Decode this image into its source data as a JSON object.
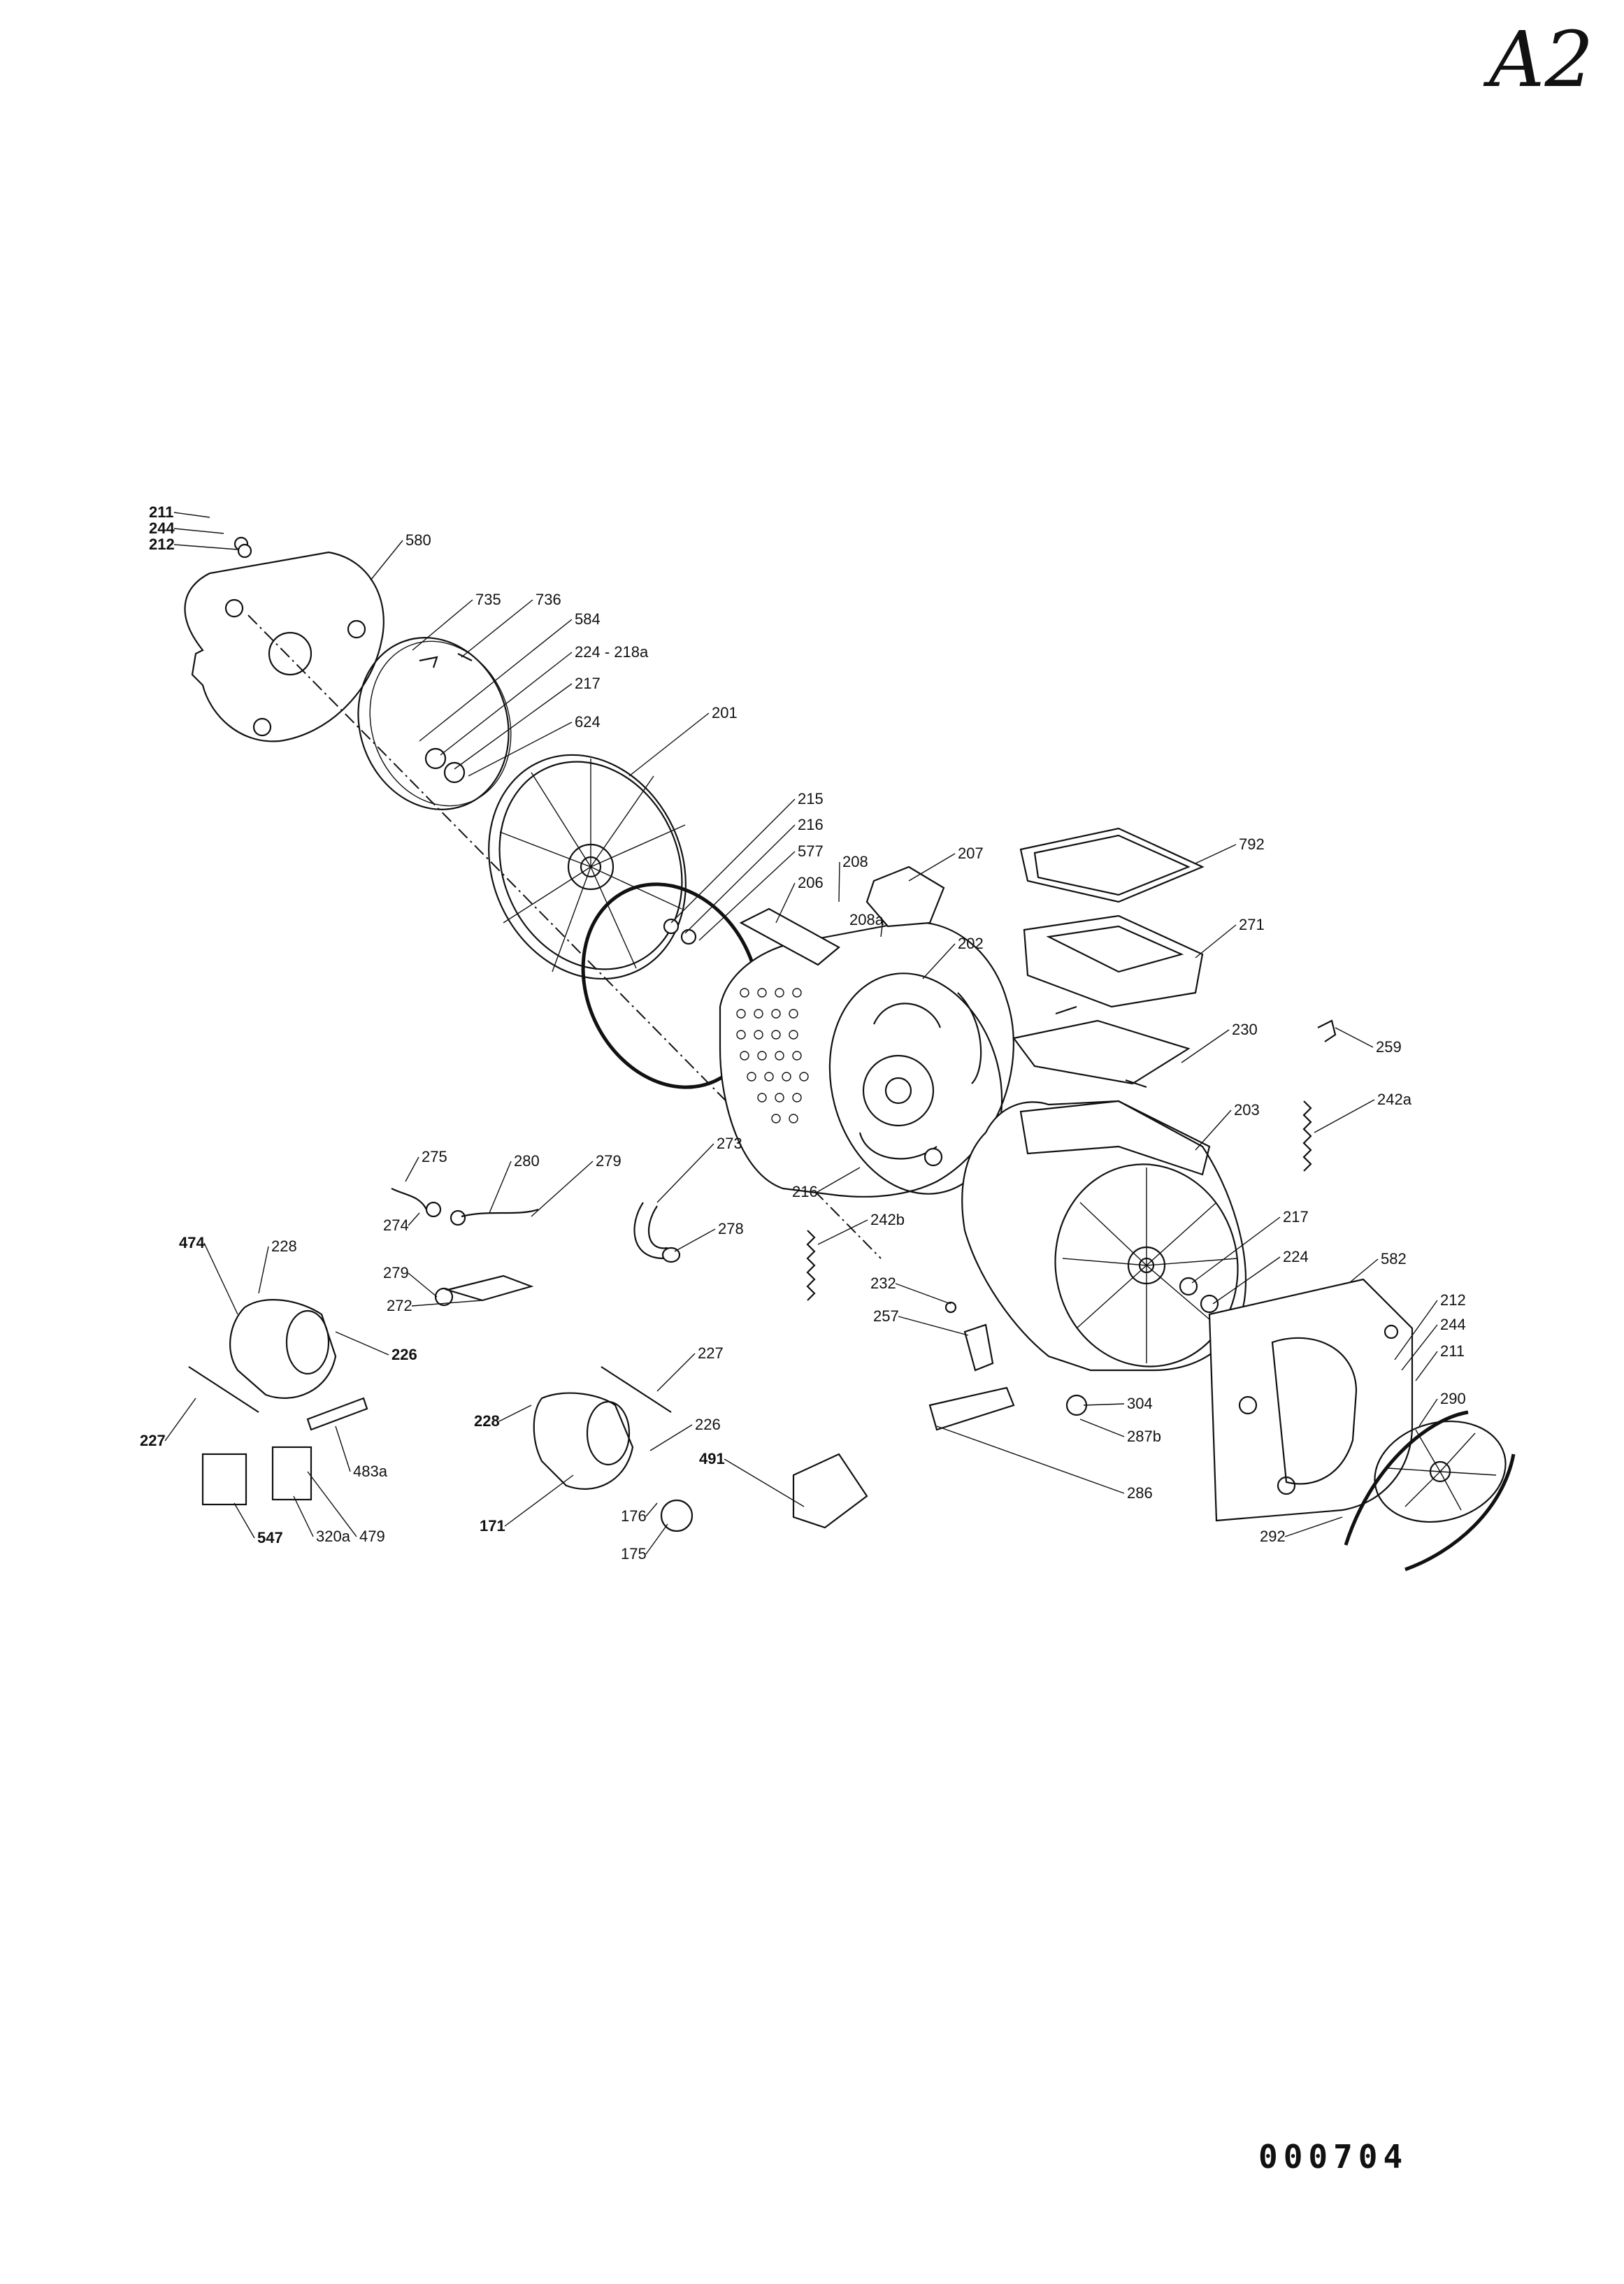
{
  "sheet": {
    "corner_mark": "A2",
    "sheet_number": "000704"
  },
  "callouts": [
    {
      "id": "211-top",
      "text": "211",
      "bold": true
    },
    {
      "id": "244-top",
      "text": "244",
      "bold": true
    },
    {
      "id": "212-top",
      "text": "212",
      "bold": true
    },
    {
      "id": "580",
      "text": "580",
      "bold": false
    },
    {
      "id": "735",
      "text": "735",
      "bold": false
    },
    {
      "id": "736",
      "text": "736",
      "bold": false
    },
    {
      "id": "584",
      "text": "584",
      "bold": false
    },
    {
      "id": "224-218a",
      "text": "224 - 218a",
      "bold": false
    },
    {
      "id": "217-top",
      "text": "217",
      "bold": false
    },
    {
      "id": "624",
      "text": "624",
      "bold": false
    },
    {
      "id": "201",
      "text": "201",
      "bold": false
    },
    {
      "id": "215",
      "text": "215",
      "bold": false
    },
    {
      "id": "216-top",
      "text": "216",
      "bold": false
    },
    {
      "id": "577",
      "text": "577",
      "bold": false
    },
    {
      "id": "206",
      "text": "206",
      "bold": false
    },
    {
      "id": "208",
      "text": "208",
      "bold": false
    },
    {
      "id": "207",
      "text": "207",
      "bold": false
    },
    {
      "id": "208a",
      "text": "208a",
      "bold": false
    },
    {
      "id": "202",
      "text": "202",
      "bold": false
    },
    {
      "id": "792",
      "text": "792",
      "bold": false
    },
    {
      "id": "271",
      "text": "271",
      "bold": false
    },
    {
      "id": "230",
      "text": "230",
      "bold": false
    },
    {
      "id": "259",
      "text": "259",
      "bold": false
    },
    {
      "id": "242a",
      "text": "242a",
      "bold": false
    },
    {
      "id": "203",
      "text": "203",
      "bold": false
    },
    {
      "id": "275",
      "text": "275",
      "bold": false
    },
    {
      "id": "280",
      "text": "280",
      "bold": false
    },
    {
      "id": "279-top",
      "text": "279",
      "bold": false
    },
    {
      "id": "274",
      "text": "274",
      "bold": false
    },
    {
      "id": "273",
      "text": "273",
      "bold": false
    },
    {
      "id": "216-mid",
      "text": "216",
      "bold": false
    },
    {
      "id": "278",
      "text": "278",
      "bold": false
    },
    {
      "id": "242b",
      "text": "242b",
      "bold": false
    },
    {
      "id": "217-mid",
      "text": "217",
      "bold": false
    },
    {
      "id": "224-mid",
      "text": "224",
      "bold": false
    },
    {
      "id": "582",
      "text": "582",
      "bold": false
    },
    {
      "id": "474",
      "text": "474",
      "bold": true
    },
    {
      "id": "228-left",
      "text": "228",
      "bold": false
    },
    {
      "id": "279-low",
      "text": "279",
      "bold": false
    },
    {
      "id": "272",
      "text": "272",
      "bold": false
    },
    {
      "id": "232",
      "text": "232",
      "bold": false
    },
    {
      "id": "257",
      "text": "257",
      "bold": false
    },
    {
      "id": "212-right",
      "text": "212",
      "bold": false
    },
    {
      "id": "244-right",
      "text": "244",
      "bold": false
    },
    {
      "id": "211-right",
      "text": "211",
      "bold": false
    },
    {
      "id": "226-left",
      "text": "226",
      "bold": true
    },
    {
      "id": "227-mid",
      "text": "227",
      "bold": false
    },
    {
      "id": "304",
      "text": "304",
      "bold": false
    },
    {
      "id": "290",
      "text": "290",
      "bold": false
    },
    {
      "id": "227-left",
      "text": "227",
      "bold": true
    },
    {
      "id": "228-mid",
      "text": "228",
      "bold": true
    },
    {
      "id": "226-mid",
      "text": "226",
      "bold": false
    },
    {
      "id": "287b",
      "text": "287b",
      "bold": false
    },
    {
      "id": "483a",
      "text": "483a",
      "bold": false
    },
    {
      "id": "491",
      "text": "491",
      "bold": true
    },
    {
      "id": "286",
      "text": "286",
      "bold": false
    },
    {
      "id": "171",
      "text": "171",
      "bold": true
    },
    {
      "id": "176",
      "text": "176",
      "bold": false
    },
    {
      "id": "547",
      "text": "547",
      "bold": true
    },
    {
      "id": "320a",
      "text": "320a",
      "bold": false
    },
    {
      "id": "479",
      "text": "479",
      "bold": false
    },
    {
      "id": "292",
      "text": "292",
      "bold": false
    },
    {
      "id": "175",
      "text": "175",
      "bold": false
    }
  ]
}
